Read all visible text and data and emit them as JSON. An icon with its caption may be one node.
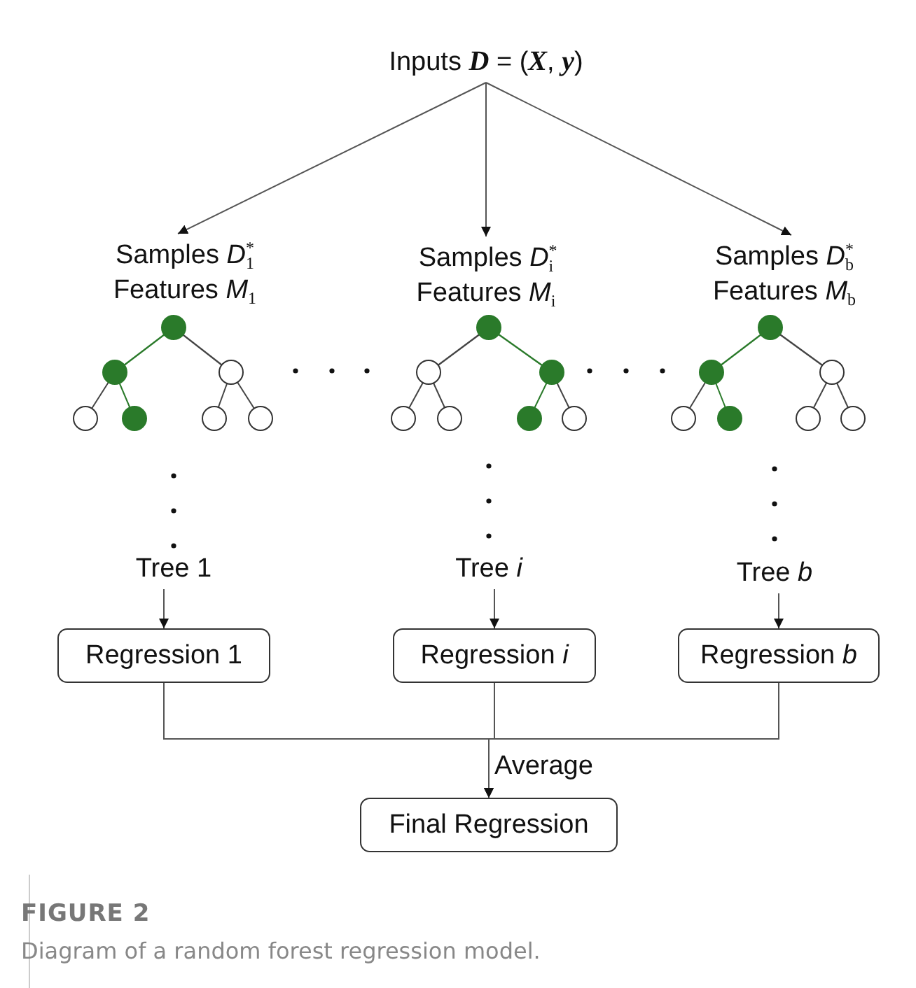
{
  "diagram": {
    "title": "FIGURE 2",
    "caption": "Diagram of a random forest regression model.",
    "nodes": [
      {
        "text": [
          "Inputs **D** = (**X**, **y**)"
        ]
      },
      {
        "text": [
          "Samples *D*$^{*}$$_{1}$",
          "Features *M*$_{1}$"
        ]
      },
      {
        "text": [
          "Samples *D*$^{*}$$_{i}$",
          "Features *M*$_{i}$"
        ]
      },
      {
        "text": [
          "Samples *D*$^{*}$$_{b}$",
          "Features *M*$_{b}$"
        ]
      },
      {
        "text": [
          "Tree 1"
        ]
      },
      {
        "text": [
          "Tree *i*"
        ]
      },
      {
        "text": [
          "Tree *b*"
        ]
      },
      {
        "text": [
          "Regression 1"
        ]
      },
      {
        "text": [
          "Regression *i*"
        ]
      },
      {
        "text": [
          "Regression *b*"
        ]
      },
      {
        "text": [
          "Final Regression"
        ]
      }
    ],
    "edges": [
      {
        "from": 0,
        "to": 1,
        "arrow": "to"
      },
      {
        "from": 0,
        "to": 2,
        "arrow": "to"
      },
      {
        "from": 0,
        "to": 3,
        "arrow": "to"
      },
      {
        "from": 4,
        "to": 7,
        "arrow": "to"
      },
      {
        "from": 5,
        "to": 8,
        "arrow": "to"
      },
      {
        "from": 6,
        "to": 9,
        "arrow": "to"
      },
      {
        "from": 7,
        "to": 10,
        "arrow": "to"
      },
      {
        "from": 8,
        "to": 10,
        "arrow": "to",
        "label": "Average"
      },
      {
        "from": 9,
        "to": 10,
        "arrow": "to"
      }
    ]
  }
}
